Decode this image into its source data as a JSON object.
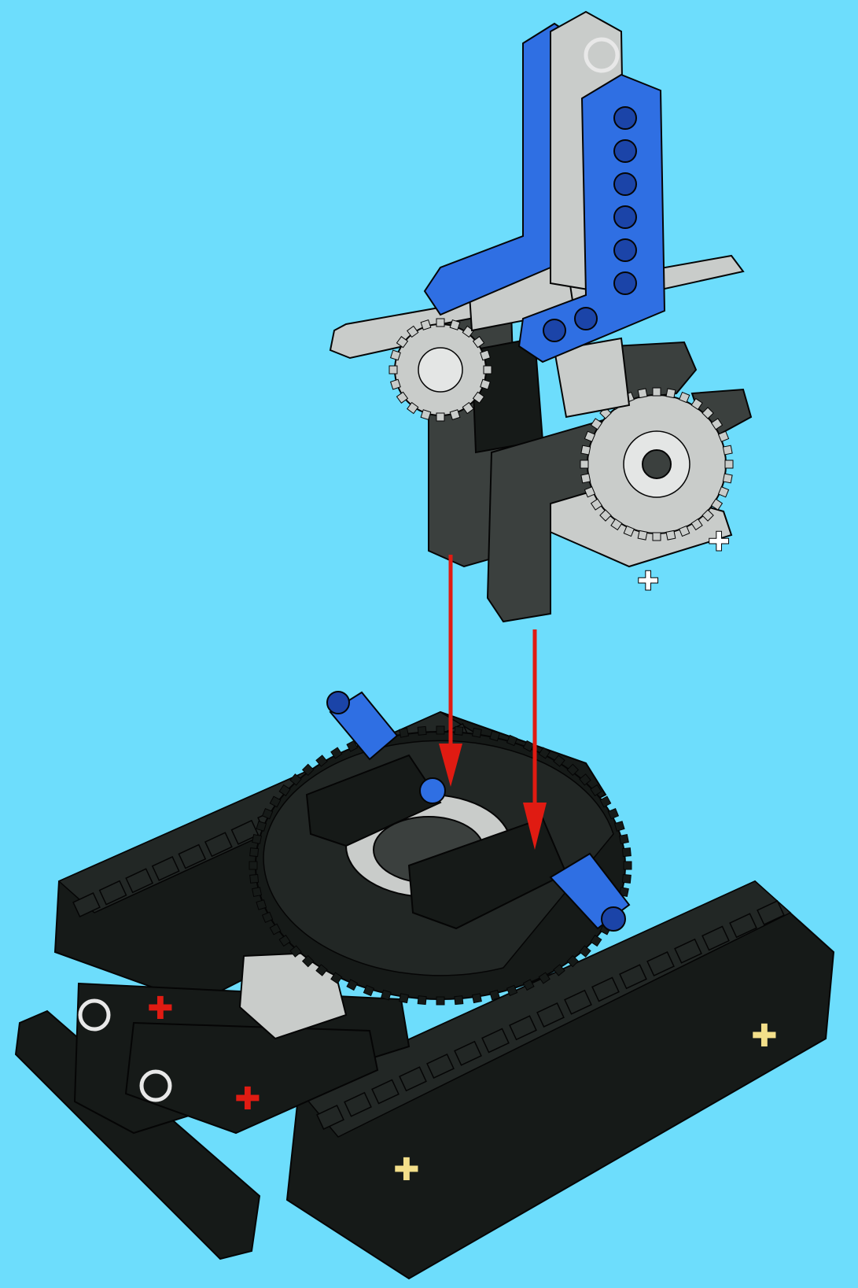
{
  "scene": {
    "colors": {
      "background": "#6DDDFC",
      "black_part": "#161a18",
      "dark_grey": "#3b403e",
      "light_grey": "#c9ccca",
      "blue": "#2f6fe3",
      "blue_dark": "#1b44a8",
      "arrow": "#e01b12",
      "axle_yellow": "#f3df8a",
      "outline": "#050505"
    },
    "parts": {
      "upper_assembly": [
        "blue-l-beam-back",
        "grey-l-beam",
        "blue-l-beam-front",
        "dark-grey-liftarms",
        "white-axle-long",
        "white-axle-cross",
        "gear-small",
        "gear-large"
      ],
      "lower_assembly": [
        "black-track-left",
        "black-track-right",
        "turntable",
        "turntable-inner-gear",
        "black-liftarms-front",
        "blue-pins"
      ]
    },
    "arrows": [
      {
        "label": "placement-arrow-left"
      },
      {
        "label": "placement-arrow-right"
      }
    ]
  }
}
